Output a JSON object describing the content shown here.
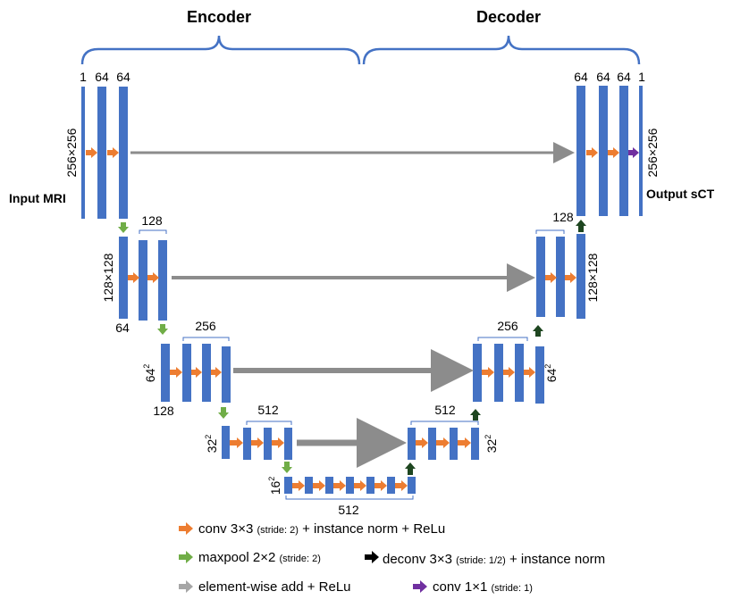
{
  "sections": {
    "encoder": "Encoder",
    "decoder": "Decoder"
  },
  "io": {
    "input": "Input MRI",
    "output": "Output sCT"
  },
  "channels": {
    "enc1": [
      "1",
      "64",
      "64"
    ],
    "dec1": [
      "64",
      "64",
      "64",
      "1"
    ],
    "enc2": "128",
    "enc2_bottom": "64",
    "dec2": "128",
    "enc3": "256",
    "enc3_bottom": "128",
    "dec3": "256",
    "enc4": "512",
    "dec4": "512",
    "bottleneck": "512"
  },
  "sizes": {
    "l1": "256×256",
    "l2": "128×128",
    "l3_base": "64",
    "l3_exp": "2",
    "l4_base": "32",
    "l4_exp": "2",
    "l5_base": "16",
    "l5_exp": "2"
  },
  "legend": {
    "conv": {
      "main": "conv 3×3 ",
      "small": "(stride: 2)",
      "rest": " + instance norm + ReLu"
    },
    "maxpool": {
      "main": "maxpool 2×2 ",
      "small": "(stride: 2)"
    },
    "deconv": {
      "main": "deconv 3×3 ",
      "small": "(stride: 1/2)",
      "rest": " + instance norm"
    },
    "add": {
      "main": "element-wise add + ReLu"
    },
    "conv1": {
      "main": "conv 1×1 ",
      "small": "(stride: 1)"
    }
  },
  "colors": {
    "block": "#4472C4",
    "conv": "#ED7D31",
    "maxpool": "#70AD47",
    "deconv": "#1E4620",
    "add": "#A6A6A6",
    "conv1": "#7030A0",
    "brace": "#4472C4"
  }
}
